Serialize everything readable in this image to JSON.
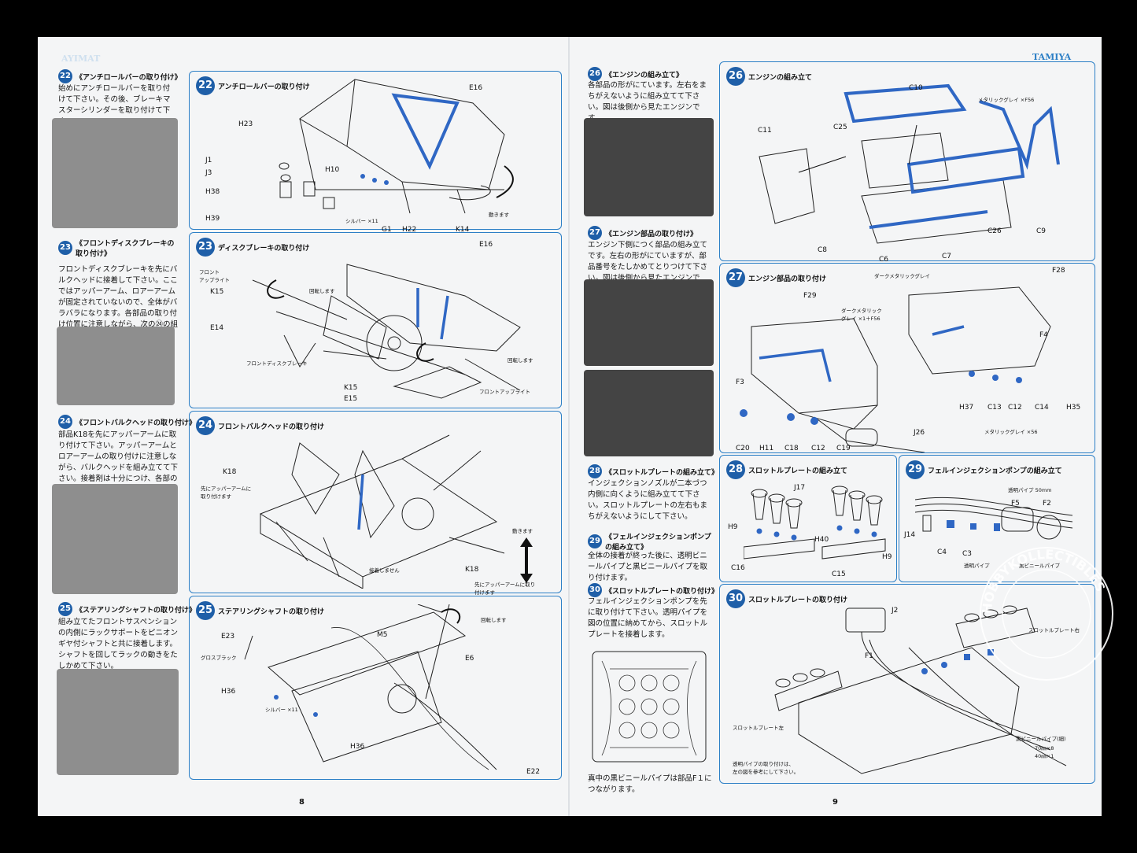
{
  "brand": {
    "left": "AYIMAT",
    "right": "TAMIYA"
  },
  "pages": {
    "left": "8",
    "right": "9"
  },
  "watermark": "HOBBYKOLLECTIBLES",
  "left_column": [
    {
      "num": "22",
      "title": "《アンチロールバーの取り付け》",
      "body": "始めにアンチロールバーを取り付けて下さい。その後、ブレーキマスターシリンダーを取り付けて下さい。"
    },
    {
      "num": "23",
      "title": "《フロントディスクブレーキの取り付け》",
      "body": "フロントディスクブレーキを先にバルクヘッドに接着して下さい。ここではアッパーアーム、ロアーアームが固定されていないので、全体がバラバラになります。各部品の取り付け位置に注意しながら、次の㉔の組み立てに進んで下さい。"
    },
    {
      "num": "24",
      "title": "《フロントバルクヘッドの取り付け》",
      "body": "部品K18を先にアッパーアームに取り付けて下さい。アッパーアームとロアーアームの取り付けに注意しながら、バルクヘッドを組み立てて下さい。接着剤は十分につけ、各部の動きをたしかめて下さい。"
    },
    {
      "num": "25",
      "title": "《ステアリングシャフトの取り付け》",
      "body": "組み立てたフロントサスペンションの内側にラックサポートをピニオンギヤ付シャフトと共に接着します。シャフトを回してラックの動きをたしかめて下さい。"
    }
  ],
  "mid_column": [
    {
      "num": "26",
      "title": "《エンジンの組み立て》",
      "body": "各部品の形がにています。左右をまちがえないように組み立てて下さい。図は後側から見たエンジンです。"
    },
    {
      "num": "27",
      "title": "《エンジン部品の取り付け》",
      "body": "エンジン下側につく部品の組み立てです。左右の形がにていますが、部品番号をたしかめてとりつけて下さい。図は後側から見たエンジンです。"
    },
    {
      "num": "28",
      "title": "《スロットルプレートの組み立て》",
      "body": "インジェクションノズルが二本づつ内側に向くように組み立てて下さい。スロットルプレートの左右もまちがえないようにして下さい。"
    },
    {
      "num": "29",
      "title": "《フェルインジェクションポンプの組み立て》",
      "body": "全体の接着が終った後に、透明ビニールパイプと黒ビニールパイプを取り付けます。"
    },
    {
      "num": "30",
      "title": "《スロットルプレートの取り付け》",
      "body": "フェルインジェクションポンプを先に取り付けて下さい。透明パイプを図の位置に納めてから、スロットルプレートを接着します。"
    }
  ],
  "mid_footer": "真中の黒ビニールパイプは部品F１につながります。",
  "steps": {
    "s22": {
      "num": "22",
      "title": "アンチロールバーの取り付け",
      "labels": [
        "E16",
        "H23",
        "J1",
        "J3",
        "H10",
        "H38",
        "H39",
        "シルバー ×11",
        "G1",
        "H22",
        "K14",
        "動きます"
      ]
    },
    "s23": {
      "num": "23",
      "title": "ディスクブレーキの取り付け",
      "labels": [
        "E16",
        "フロント\nアップライト",
        "回転します",
        "K15",
        "E14",
        "フロントディスクブレーキ",
        "回転します",
        "K15",
        "E15",
        "フロントアップライト"
      ]
    },
    "s24": {
      "num": "24",
      "title": "フロントバルクヘッドの取り付け",
      "labels": [
        "K18",
        "先にアッパーアームに取り付けます",
        "動きます",
        "接着しません",
        "K18",
        "先にアッパーアームに取り付けます"
      ]
    },
    "s25": {
      "num": "25",
      "title": "ステアリングシャフトの取り付け",
      "labels": [
        "回転します",
        "M5",
        "E23",
        "グロスブラック",
        "E6",
        "H36",
        "シルバー ×11",
        "H36",
        "E22"
      ]
    },
    "s26": {
      "num": "26",
      "title": "エンジンの組み立て",
      "labels": [
        "C10",
        "メタリックグレイ ×F56",
        "C11",
        "C25",
        "C8",
        "C6",
        "C7",
        "C26",
        "C9"
      ]
    },
    "s27": {
      "num": "27",
      "title": "エンジン部品の取り付け",
      "labels": [
        "F28",
        "ダークメタリックグレイ",
        "F29",
        "ダークメタリック\nグレイ ×1＋F56",
        "F4",
        "F3",
        "H37",
        "C13",
        "C12",
        "C14",
        "H35",
        "メタリックグレイ ×56",
        "C20",
        "H11",
        "C18",
        "C12",
        "C19",
        "J26"
      ]
    },
    "s28": {
      "num": "28",
      "title": "スロットルプレートの組み立て",
      "labels": [
        "J17",
        "H9",
        "H40",
        "H9",
        "C16",
        "C15"
      ]
    },
    "s29": {
      "num": "29",
      "title": "フェルインジェクションポンプの組み立て",
      "labels": [
        "透明パイプ 50mm",
        "F5",
        "F2",
        "J14",
        "C4",
        "C3",
        "透明パイプ",
        "黒ビニールパイプ"
      ]
    },
    "s30": {
      "num": "30",
      "title": "スロットルプレートの取り付け",
      "labels": [
        "J2",
        "F1",
        "スロットルプレート右",
        "スロットルプレート左",
        "黒ビニールパイプ(細)",
        "70㎜×8",
        "40㎜×1",
        "透明パイプの取り付けは、\n左の図を参考にして下さい。"
      ]
    }
  },
  "colors": {
    "accent": "#2c7fc6",
    "badge": "#1f5fa8",
    "paper": "#f4f5f6",
    "part_blue": "#2f67c4"
  }
}
